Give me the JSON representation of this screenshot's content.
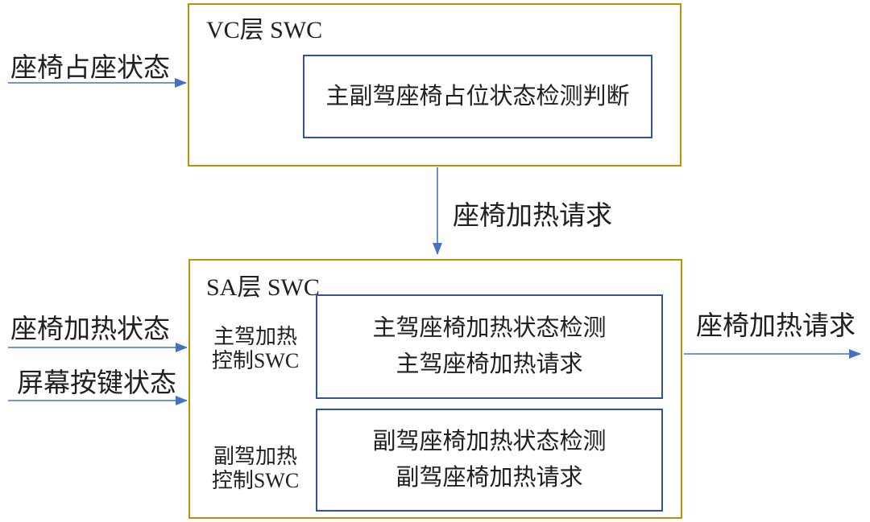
{
  "colors": {
    "outer_border": "#BF9000",
    "inner_border": "#2F5597",
    "arrow": "#4472C4",
    "text": "#1F1F1F",
    "background": "#FFFFFF"
  },
  "vc": {
    "title": "VC层 SWC",
    "detect_box": "主副驾座椅占位状态检测判断"
  },
  "sa": {
    "title": "SA层 SWC",
    "driver_swc_label": {
      "line1": "主驾加热",
      "line2": "控制SWC"
    },
    "passenger_swc_label": {
      "line1": "副驾加热",
      "line2": "控制SWC"
    },
    "driver_box": {
      "line1": "主驾座椅加热状态检测",
      "line2": "主驾座椅加热请求"
    },
    "passenger_box": {
      "line1": "副驾座椅加热状态检测",
      "line2": "副驾座椅加热请求"
    }
  },
  "labels": {
    "seat_occupancy_status": "座椅占座状态",
    "seat_heating_request_mid": "座椅加热请求",
    "seat_heating_status": "座椅加热状态",
    "screen_button_status": "屏幕按键状态",
    "seat_heating_request_out": "座椅加热请求"
  }
}
